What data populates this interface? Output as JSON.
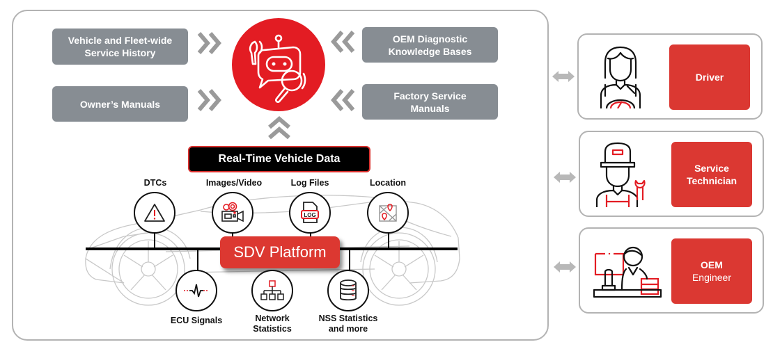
{
  "sources": {
    "left": [
      {
        "label_line1": "Vehicle and Fleet-wide",
        "label_line2": "Service History"
      },
      {
        "label_line1": "Owner’s Manuals",
        "label_line2": ""
      }
    ],
    "right": [
      {
        "label_line1": "OEM Diagnostic",
        "label_line2": "Knowledge Bases"
      },
      {
        "label_line1": "Factory Service",
        "label_line2": "Manuals"
      }
    ]
  },
  "hub": {
    "icon": "ai-diagnostic-bot-icon"
  },
  "arrows": {
    "right_chevron": "»",
    "left_chevron": "«",
    "up_chevron": "︽"
  },
  "realtime": {
    "title": "Real-Time Vehicle Data"
  },
  "platform": {
    "label": "SDV Platform"
  },
  "data_sources_top": [
    {
      "label": "DTCs",
      "icon": "warning-triangle-icon"
    },
    {
      "label": "Images/Video",
      "icon": "video-camera-icon"
    },
    {
      "label": "Log Files",
      "icon": "log-file-icon"
    },
    {
      "label": "Location",
      "icon": "map-location-icon"
    }
  ],
  "data_sources_bottom": [
    {
      "label_line1": "ECU Signals",
      "label_line2": "",
      "icon": "signal-waveform-icon"
    },
    {
      "label_line1": "Network",
      "label_line2": "Statistics",
      "icon": "network-hierarchy-icon"
    },
    {
      "label_line1": "NSS Statistics",
      "label_line2": "and more",
      "icon": "database-icon"
    }
  ],
  "roles": [
    {
      "label_line1": "Driver",
      "label_line2": "",
      "icon": "driver-icon"
    },
    {
      "label_line1": "Service",
      "label_line2": "Technician",
      "icon": "technician-icon"
    },
    {
      "label_line1": "OEM",
      "label_line2": "Engineer",
      "icon": "engineer-icon"
    }
  ],
  "colors": {
    "accent_red": "#e31c23",
    "button_red": "#db3832",
    "source_gray": "#878d93",
    "border_gray": "#b3b3b3",
    "chevron_gray": "#9a9a9a"
  }
}
